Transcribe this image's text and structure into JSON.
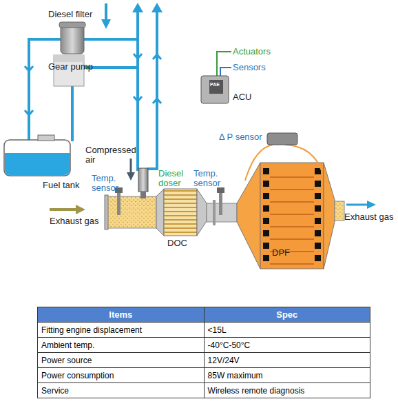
{
  "diagram": {
    "labels": [
      "Diesel filter",
      "Gear pump",
      "Actuators",
      "Sensors",
      "PAE",
      "ACU",
      "Compressed air",
      "Δ P sensor",
      "Fuel tank",
      "Temp. sensor",
      "Diesel doser",
      "Temp. sensor",
      "Exhaust gas",
      "Exhaust gas",
      "DOC",
      "DPF",
      "Items",
      "Spec",
      "Fitting engine displacement",
      "<15L",
      "Ambient temp.",
      "-40°C-50°C",
      "Power source",
      "12V/24V",
      "Power consumption",
      "85W maximum",
      "Service",
      "Wireless remote diagnosis"
    ]
  }
}
